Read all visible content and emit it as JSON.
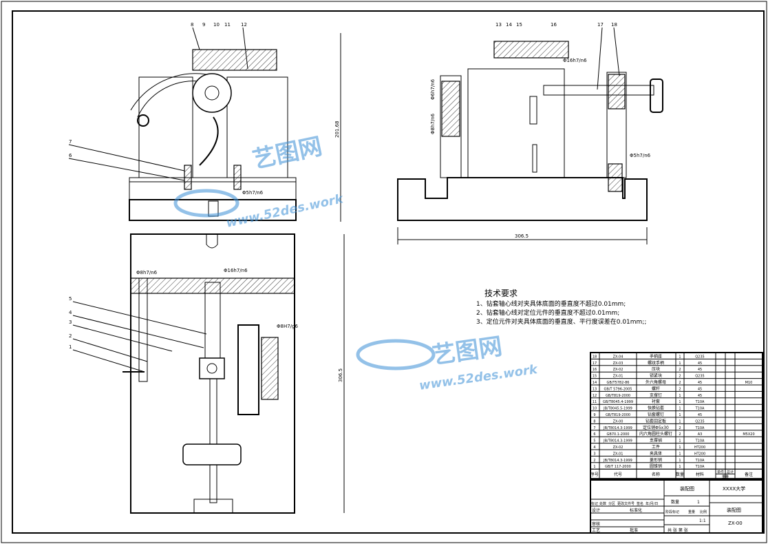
{
  "drawing": {
    "title": "装配图"
  },
  "views": {
    "top_left": {
      "callouts": [
        "8",
        "9",
        "10",
        "11",
        "12",
        "7",
        "6"
      ],
      "dim_height": "201.68",
      "fit": "Φ5h7/n6"
    },
    "right": {
      "callouts": [
        "13",
        "14",
        "15",
        "16",
        "17",
        "18"
      ],
      "fits": [
        "Φ6h7/n6",
        "Φ16h7/n6",
        "Φ8h7/n6",
        "Φ5h7/n6"
      ],
      "dim_width": "306.5"
    },
    "bottom": {
      "callouts": [
        "5",
        "4",
        "3",
        "2",
        "1"
      ],
      "fits": [
        "Φ8h7/n6",
        "Φ16h7/n6",
        "Φ8H7/g6"
      ],
      "dim_height": "306.5"
    }
  },
  "tech": {
    "heading": "技术要求",
    "items": [
      "1、钻套轴心线对夹具体底面的垂直度不超过0.01mm;",
      "2、钻套轴心线对定位元件的垂直度不超过0.01mm;",
      "3、定位元件对夹具体底面的垂直度、平行度误差在0.01mm;;"
    ]
  },
  "watermark": {
    "brand": "艺图网",
    "url": "www.52des.work"
  },
  "bom": {
    "rows": [
      [
        "18",
        "ZX-04",
        "手柄座",
        "1",
        "Q235",
        ""
      ],
      [
        "17",
        "ZX-03",
        "螺纹手柄",
        "1",
        "45",
        ""
      ],
      [
        "16",
        "ZX-02",
        "压块",
        "2",
        "45",
        ""
      ],
      [
        "15",
        "ZX-01",
        "锁紧块",
        "2",
        "Q235",
        ""
      ],
      [
        "14",
        "GB/T5782-86",
        "外六角螺母",
        "2",
        "45",
        "M10"
      ],
      [
        "13",
        "GB/T 5796-2005",
        "螺杆",
        "2",
        "45",
        ""
      ],
      [
        "12",
        "GB/T819-2000",
        "支撑钉",
        "1",
        "45",
        ""
      ],
      [
        "11",
        "GB/T8045.4-1999",
        "衬套",
        "1",
        "T10A",
        ""
      ],
      [
        "10",
        "JB/T8045.5-1999",
        "快换钻套",
        "1",
        "T10A",
        ""
      ],
      [
        "9",
        "GB/T819-2000",
        "钻套螺钉",
        "1",
        "45",
        ""
      ],
      [
        "8",
        "ZX-00",
        "钻套固定板",
        "1",
        "Q235",
        ""
      ],
      [
        "7",
        "JB/T8014.3-1999",
        "定位销Φ5x30",
        "2",
        "T10A",
        ""
      ],
      [
        "6",
        "GB70.1-2000",
        "内六角圆柱头螺钉",
        "2",
        "A3",
        "M5X20"
      ],
      [
        "5",
        "JB/T8014.3-1999",
        "支撑销",
        "1",
        "T10A",
        ""
      ],
      [
        "4",
        "ZX-02",
        "工件",
        "1",
        "HT200",
        ""
      ],
      [
        "3",
        "ZX-01",
        "夹具体",
        "1",
        "HT200",
        ""
      ],
      [
        "2",
        "JB/T8014.3-1999",
        "菱形销",
        "1",
        "T10A",
        ""
      ],
      [
        "1",
        "GB/T 117-2000",
        "圆锥销",
        "1",
        "T10A",
        ""
      ]
    ],
    "header": [
      "序号",
      "代号",
      "名称",
      "数量",
      "材料",
      "单件",
      "总计",
      "备注",
      "重量"
    ]
  },
  "title_block": {
    "name": "装配图",
    "school": "XXXX大学",
    "labels": [
      "标记",
      "处数",
      "分区",
      "更改文件号",
      "签名",
      "年/月/日"
    ],
    "design": "设计",
    "standard": "标准化",
    "review": "审核",
    "process": "工艺",
    "approve": "批准",
    "qty_label": "数量",
    "qty": "1",
    "stage": "阶段标记",
    "weight": "重量",
    "scale_label": "比例",
    "scale": "1:1",
    "name2": "装配图",
    "code": "ZX-00",
    "sheets": "共 张 第 张"
  }
}
